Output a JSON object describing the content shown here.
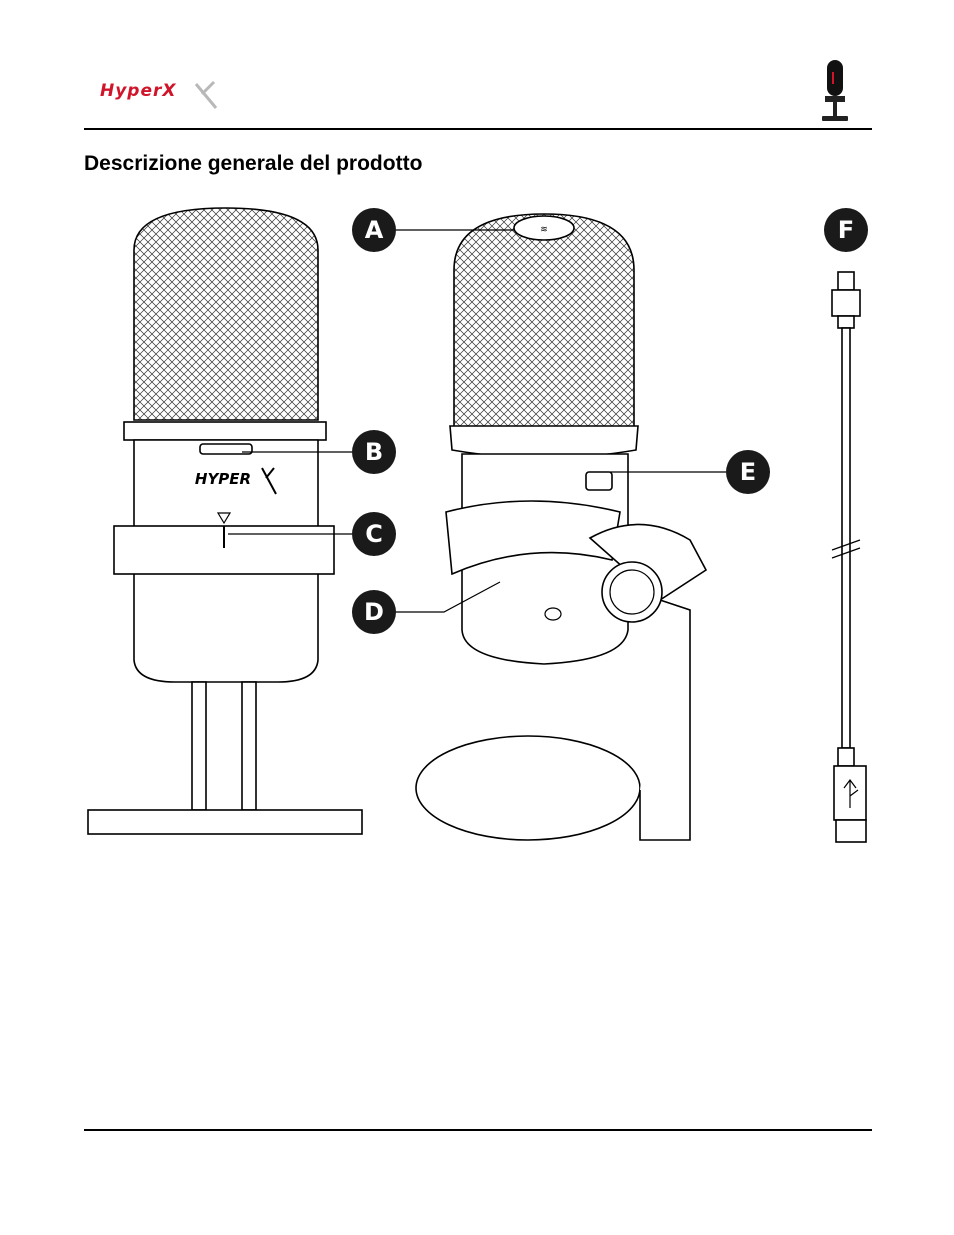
{
  "header": {
    "brand_logo": "HyperX",
    "product_icon": "microphone-icon"
  },
  "page": {
    "title": "Descrizione generale del prodotto"
  },
  "callouts": [
    {
      "id": "A",
      "label": "A"
    },
    {
      "id": "B",
      "label": "B"
    },
    {
      "id": "C",
      "label": "C"
    },
    {
      "id": "D",
      "label": "D"
    },
    {
      "id": "E",
      "label": "E"
    },
    {
      "id": "F",
      "label": "F"
    }
  ],
  "colors": {
    "brand_red": "#d0142a",
    "callout_fill": "#1a1a1a",
    "rule": "#000000"
  }
}
